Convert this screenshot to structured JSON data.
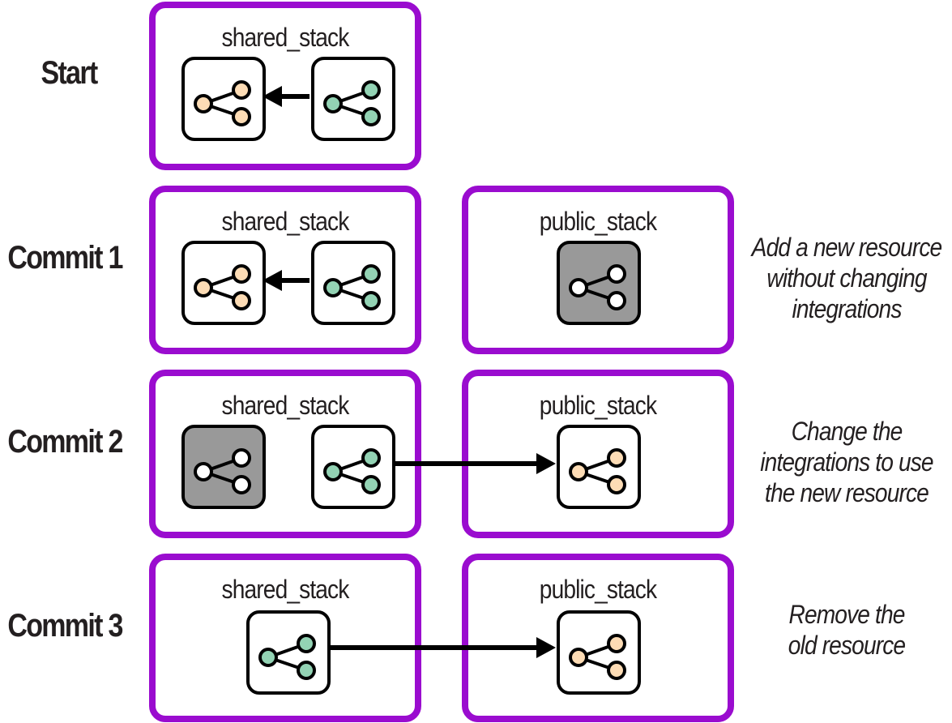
{
  "colors": {
    "stack_border": "#9a0ccf",
    "old_resource_node": "#fddcb5",
    "consumer_node": "#93d3b4",
    "new_resource_bg": "#999999",
    "new_resource_node": "#ffffff"
  },
  "rows": [
    {
      "label": "Start",
      "shared_stack": {
        "title": "shared_stack",
        "resources": [
          "old-resource",
          "consumer"
        ]
      },
      "public_stack": null,
      "arrow": "consumer -> old-resource",
      "note": []
    },
    {
      "label": "Commit 1",
      "shared_stack": {
        "title": "shared_stack",
        "resources": [
          "old-resource",
          "consumer"
        ]
      },
      "public_stack": {
        "title": "public_stack",
        "resources": [
          "new-resource"
        ]
      },
      "arrow": "consumer -> old-resource",
      "note": [
        "Add a new resource",
        "without changing",
        "integrations"
      ]
    },
    {
      "label": "Commit 2",
      "shared_stack": {
        "title": "shared_stack",
        "resources": [
          "old-resource-unused",
          "consumer"
        ]
      },
      "public_stack": {
        "title": "public_stack",
        "resources": [
          "new-resource-active"
        ]
      },
      "arrow": "consumer -> new-resource",
      "note": [
        "Change the",
        "integrations to use",
        "the new resource"
      ]
    },
    {
      "label": "Commit 3",
      "shared_stack": {
        "title": "shared_stack",
        "resources": [
          "consumer"
        ]
      },
      "public_stack": {
        "title": "public_stack",
        "resources": [
          "new-resource-active"
        ]
      },
      "arrow": "consumer -> new-resource",
      "note": [
        "Remove the",
        "old resource"
      ]
    }
  ]
}
